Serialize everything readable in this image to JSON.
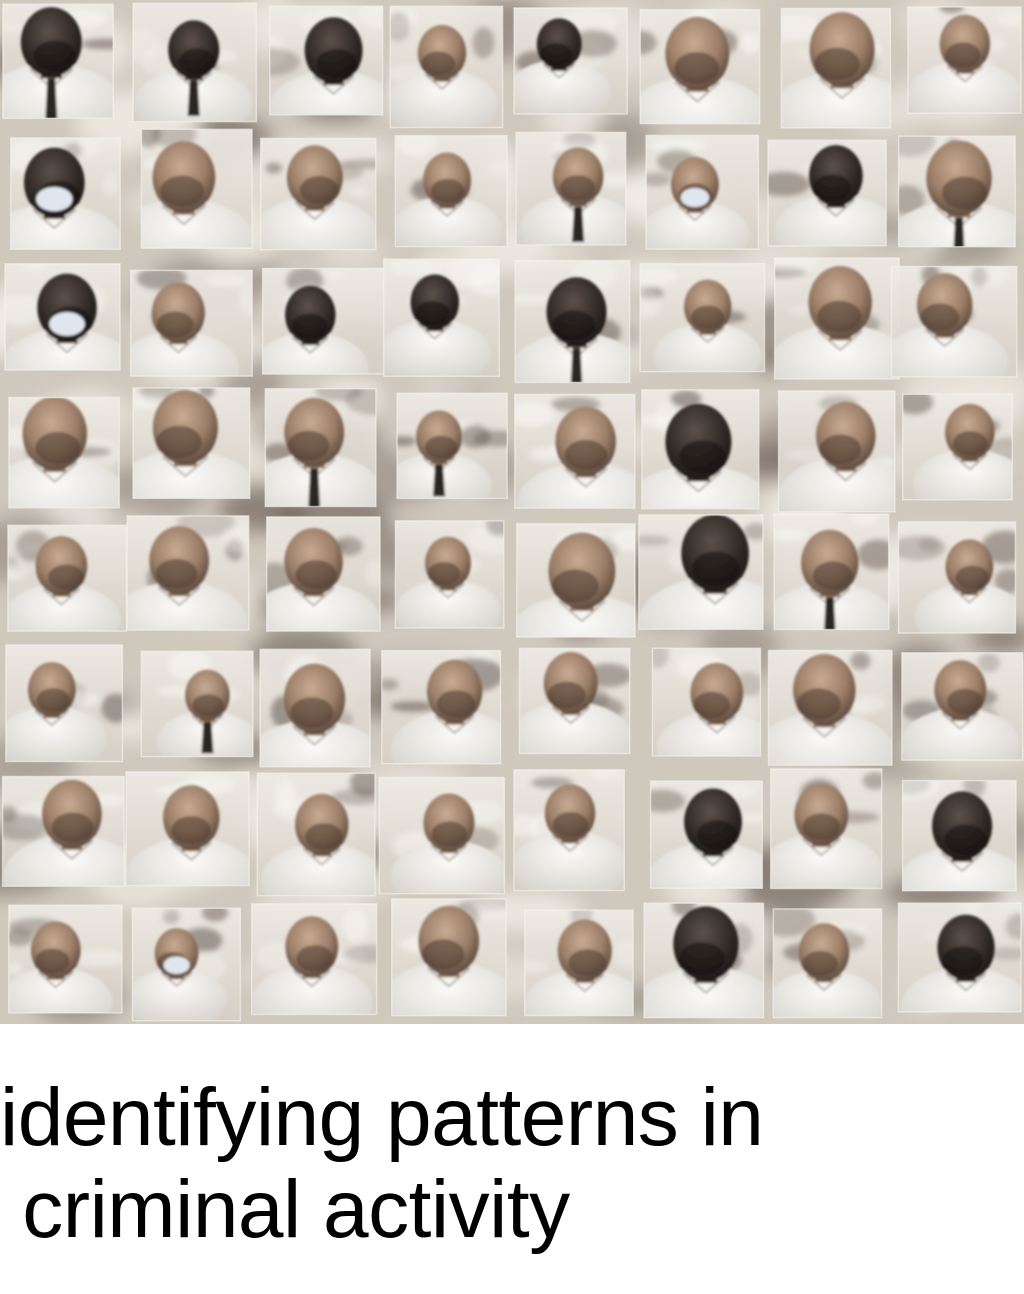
{
  "caption": {
    "line1": "identifying patterns in",
    "line2": " criminal activity"
  },
  "photo": {
    "description_name": "collage-of-faces",
    "grid_rows": 8,
    "grid_cols": 8,
    "colors": {
      "background": "#cfc8bd",
      "paper": "#e9e4dc",
      "skin_light": "#b89a82",
      "skin_dark": "#4a3a30",
      "hair_dark": "#2b2622",
      "shirt_white": "#f3f1ee",
      "shadow": "#6b6159",
      "caption_text": "#000000"
    }
  }
}
